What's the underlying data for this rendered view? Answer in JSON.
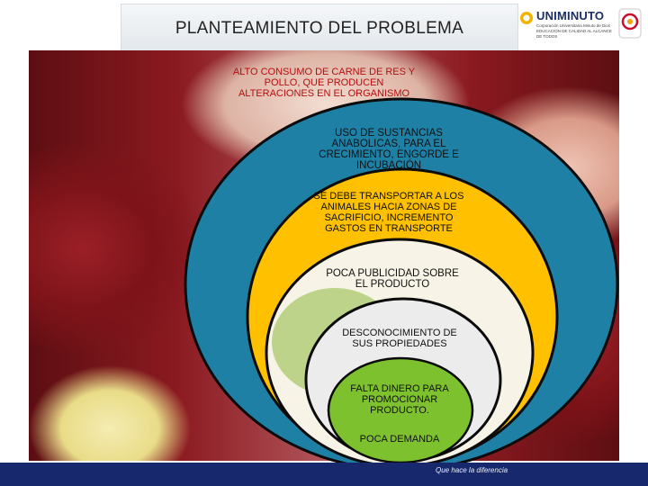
{
  "slide": {
    "title": "PLANTEAMIENTO DEL PROBLEMA",
    "logo_name": "UNIMINUTO",
    "logo_subtitle": "Corporación Universitaria Minuto de Dios · EDUCACIÓN DE CALIDAD AL ALCANCE DE TODOS",
    "footer_slogan": "Que hace la diferencia"
  },
  "diagram": {
    "type": "nested-ellipses",
    "levels": [
      {
        "text": "ALTO CONSUMO DE CARNE DE RES Y POLLO, QUE PRODUCEN ALTERACIONES EN EL ORGANISMO",
        "fill": "#ffffff",
        "opacity": 0.0
      },
      {
        "text": "USO DE SUSTANCIAS ANABOLICAS, PARA EL CRECIMIENTO, ENGORDE E INCUBACIÓN",
        "fill": "#1f80a5"
      },
      {
        "text": "SE DEBE TRANSPORTAR A LOS ANIMALES HACIA ZONAS DE SACRIFICIO, INCREMENTO GASTOS EN TRANSPORTE",
        "fill": "#ffc000"
      },
      {
        "text": "POCA PUBLICIDAD SOBRE EL PRODUCTO",
        "fill": "#ffffff"
      },
      {
        "text": "DESCONOCIMIENTO DE SUS PROPIEDADES",
        "fill": "#f2f2f2"
      },
      {
        "text": "FALTA DINERO PARA PROMOCIONAR PRODUCTO.",
        "fill": "#7dc22e"
      },
      {
        "text": "POCA DEMANDA",
        "fill": "#7dc22e"
      }
    ]
  }
}
